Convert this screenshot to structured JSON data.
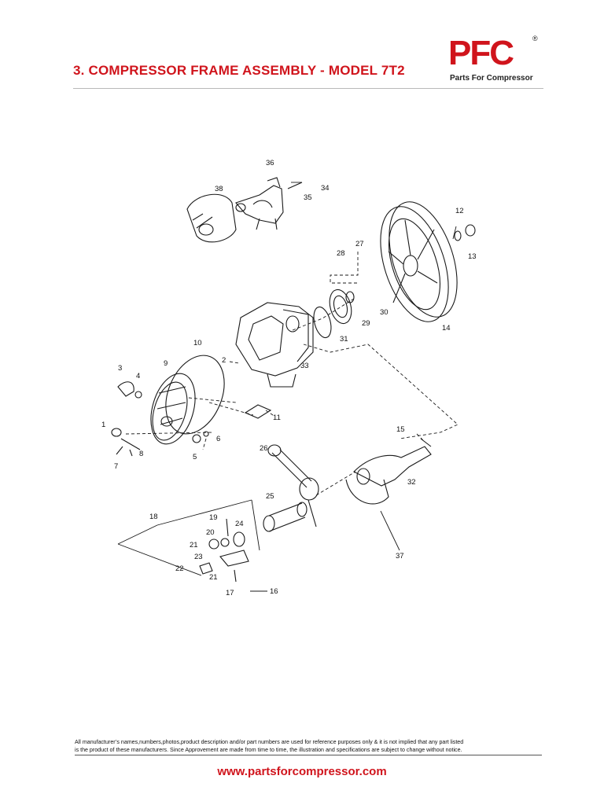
{
  "page": {
    "title": "3. COMPRESSOR FRAME ASSEMBLY - MODEL 7T2"
  },
  "logo": {
    "mark": "PFC",
    "registered": "®",
    "tagline": "Parts For Compressor"
  },
  "diagram": {
    "part_numbers": [
      "36",
      "34",
      "35",
      "38",
      "12",
      "27",
      "28",
      "13",
      "30",
      "29",
      "31",
      "14",
      "10",
      "2",
      "33",
      "3",
      "4",
      "9",
      "11",
      "1",
      "6",
      "5",
      "8",
      "7",
      "15",
      "26",
      "32",
      "25",
      "18",
      "19",
      "24",
      "20",
      "21",
      "23",
      "22",
      "21",
      "37",
      "17",
      "16"
    ]
  },
  "footer": {
    "disclaimer_line1": "All manufacturer’s names,numbers,photos,product description and/or part numbers are used for reference purposes only & it is not implied that any part listed",
    "disclaimer_line2": "is the product of these manufacturers.  Since Approvement are made from time to time,  the illustration and specifications are subject to change without notice.",
    "website": "www.partsforcompressor.com"
  },
  "colors": {
    "brand_red": "#d0141c",
    "rule_gray": "#b9b9b9",
    "text": "#111111"
  }
}
